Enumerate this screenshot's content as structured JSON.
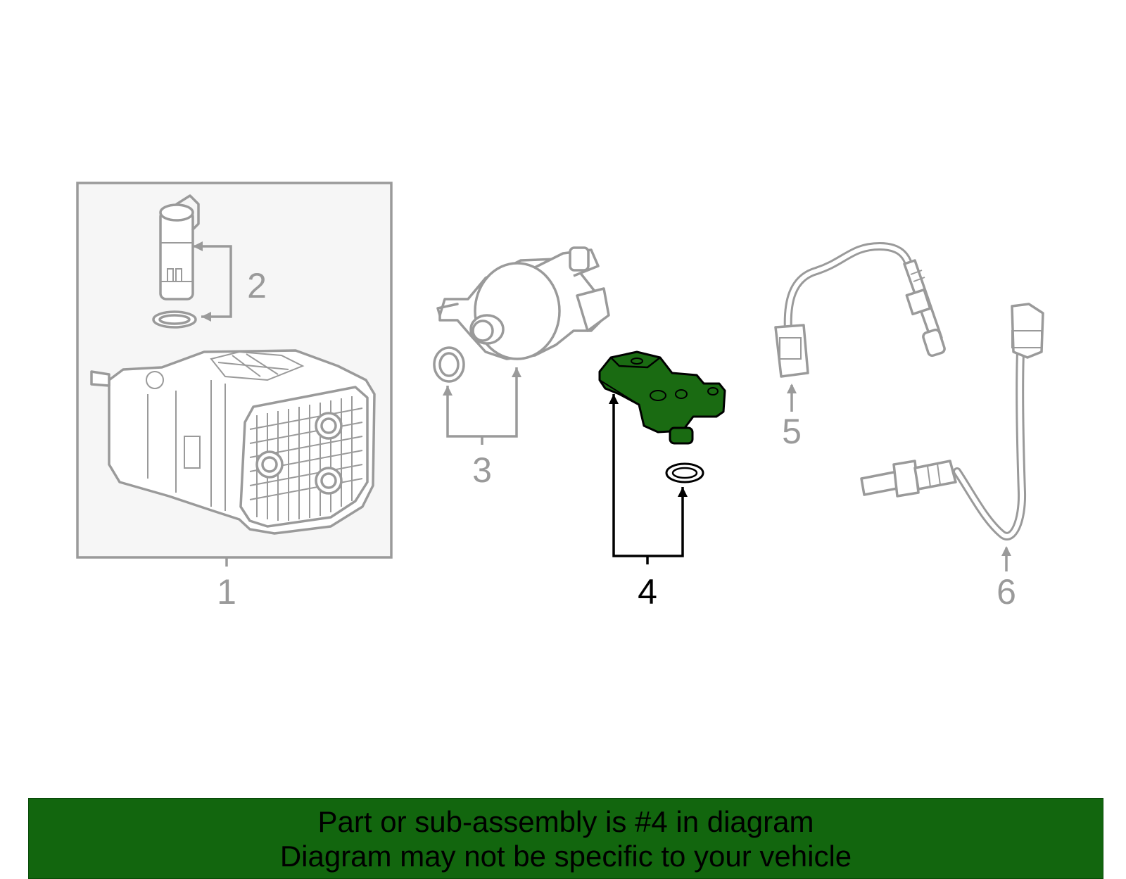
{
  "colors": {
    "highlight": "#1a6b12",
    "banner_background": "#12660e",
    "part_line": "#9a9a9a",
    "highlight_line": "#000000",
    "inset_background": "#f6f6f6"
  },
  "callouts": {
    "c1": "1",
    "c2": "2",
    "c3": "3",
    "c4": "4",
    "c5": "5",
    "c6": "6"
  },
  "banner": {
    "line1": "Part or sub-assembly is #4 in diagram",
    "line2": "Diagram may not be specific to your vehicle"
  }
}
